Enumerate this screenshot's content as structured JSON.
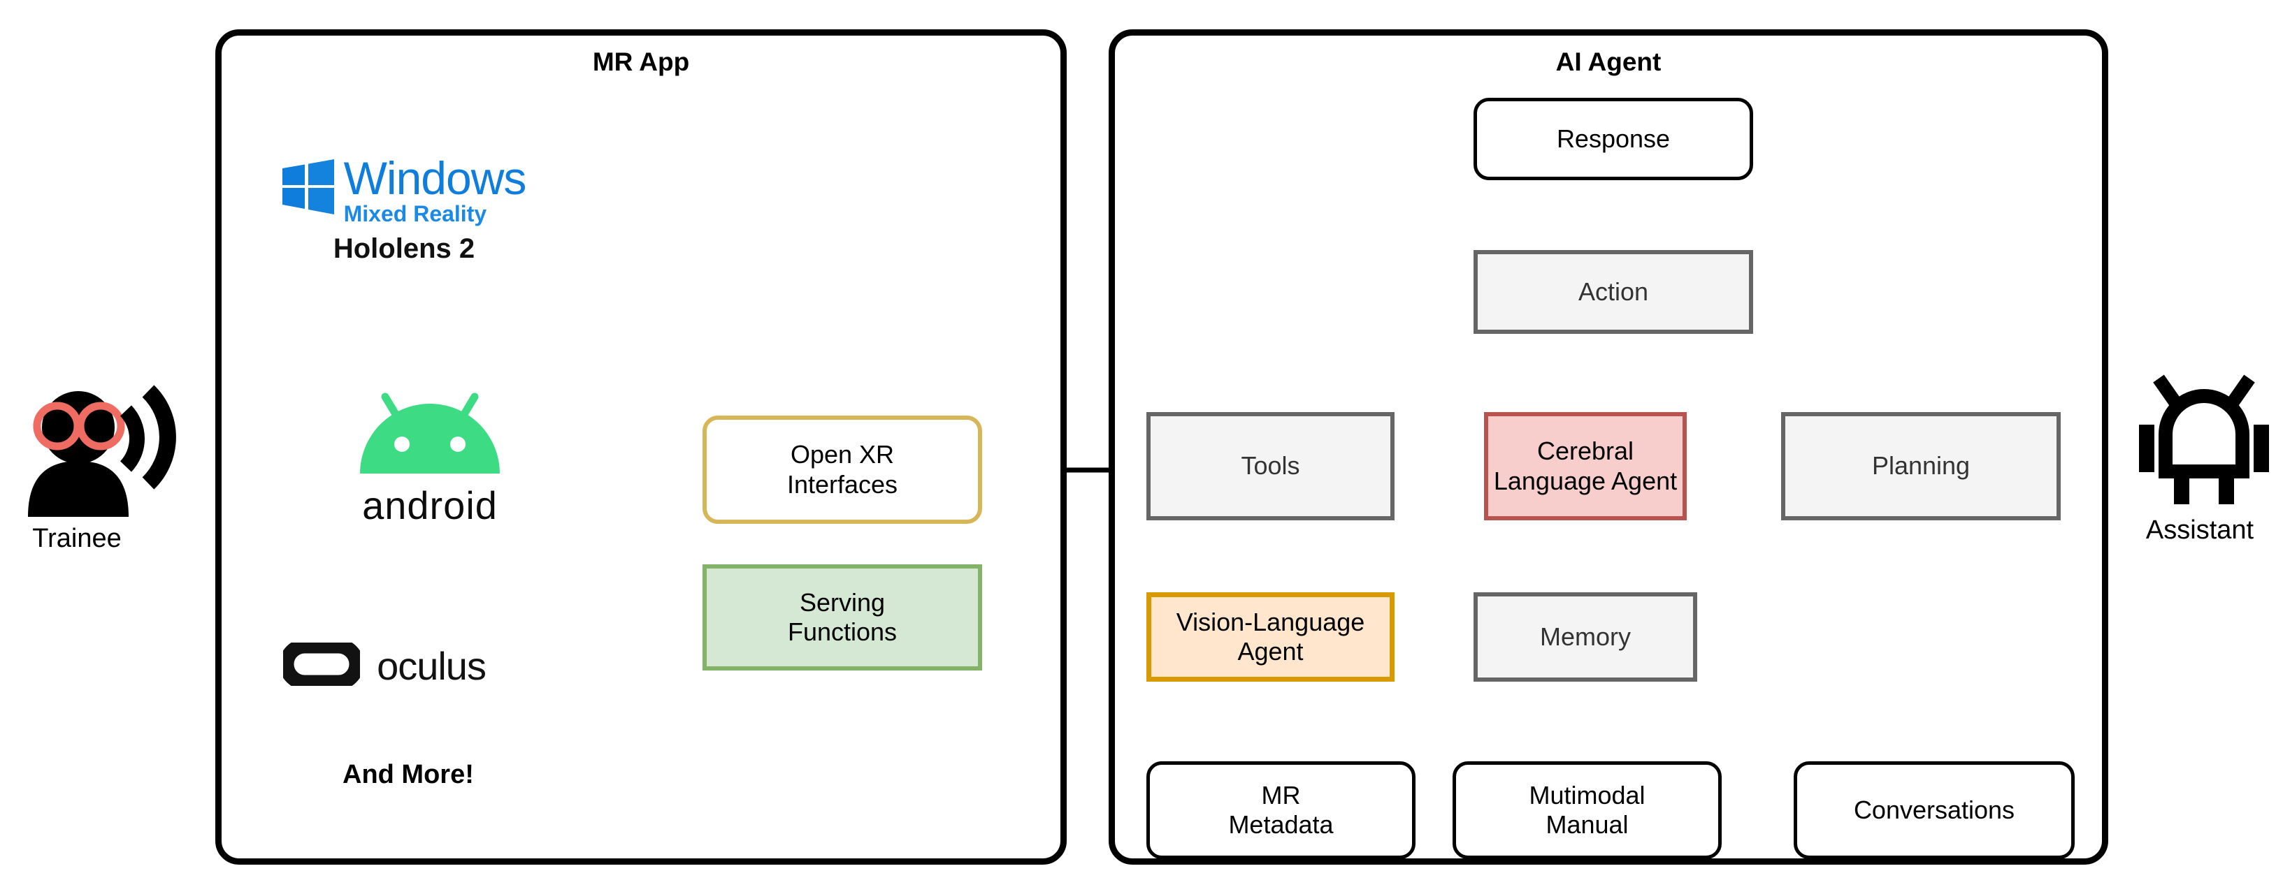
{
  "panels": [
    {
      "id": "mr-app",
      "title": "MR App"
    },
    {
      "id": "ai-agent",
      "title": "AI Agent"
    }
  ],
  "actors": [
    {
      "id": "trainee",
      "label": "Trainee",
      "icon": "person-with-glasses-and-sound-waves-icon"
    },
    {
      "id": "assistant",
      "label": "Assistant",
      "icon": "robot-android-outline-icon"
    }
  ],
  "platforms": [
    {
      "id": "hololens",
      "brand": "Windows",
      "sub": "Mixed Reality",
      "caption": "Hololens 2",
      "icon": "windows-logo-icon"
    },
    {
      "id": "android",
      "caption": "android",
      "icon": "android-robot-icon"
    },
    {
      "id": "oculus",
      "caption": "oculus",
      "icon": "oculus-logo-icon"
    },
    {
      "id": "more",
      "caption": "And More!"
    }
  ],
  "mr_nodes": [
    {
      "id": "open-xr-interfaces",
      "label": "Open XR\nInterfaces",
      "line1": "Open XR",
      "line2": "Interfaces",
      "style": "amber"
    },
    {
      "id": "serving-functions",
      "label": "Serving\nFunctions",
      "line1": "Serving",
      "line2": "Functions",
      "style": "green"
    }
  ],
  "agent_nodes": [
    {
      "id": "response",
      "line1": "Response",
      "line2": "",
      "style": "round"
    },
    {
      "id": "action",
      "line1": "Action",
      "line2": "",
      "style": "gray"
    },
    {
      "id": "tools",
      "line1": "Tools",
      "line2": "",
      "style": "gray"
    },
    {
      "id": "cerebral-language-agent",
      "line1": "Cerebral",
      "line2": "Language Agent",
      "style": "red"
    },
    {
      "id": "planning",
      "line1": "Planning",
      "line2": "",
      "style": "gray"
    },
    {
      "id": "vision-language-agent",
      "line1": "Vision-Language",
      "line2": "Agent",
      "style": "orange"
    },
    {
      "id": "memory",
      "line1": "Memory",
      "line2": "",
      "style": "gray"
    },
    {
      "id": "mr-metadata",
      "line1": "MR",
      "line2": "Metadata",
      "style": "round"
    },
    {
      "id": "mutimodal-manual",
      "line1": "Mutimodal",
      "line2": "Manual",
      "style": "round"
    },
    {
      "id": "conversations",
      "line1": "Conversations",
      "line2": "",
      "style": "round"
    }
  ],
  "colors": {
    "amber_border": "#d6b656",
    "green_border": "#82b366",
    "green_fill": "#d5e8d4",
    "red_border": "#b85450",
    "red_fill": "#f8cecc",
    "orange_border": "#d79b00",
    "orange_fill": "#ffe6cc",
    "gray_border": "#666666",
    "gray_fill": "#f4f4f4",
    "connector": "#636363",
    "windows_blue": "#0f7ddb",
    "android_green": "#3ddc84",
    "glasses_red": "#ef6c63",
    "black": "#000000"
  }
}
